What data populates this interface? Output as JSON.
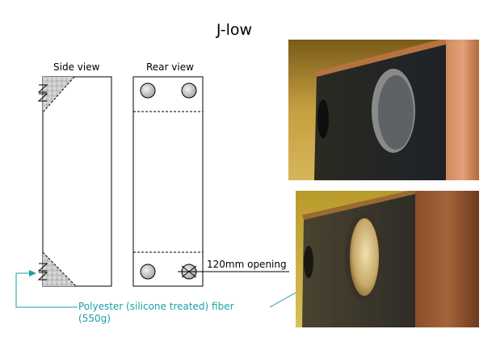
{
  "title": "J-low",
  "side_view": {
    "label": "Side view"
  },
  "rear_view": {
    "label": "Rear view"
  },
  "annotations": {
    "opening": "120mm opening",
    "fiber": "Polyester (silicone treated) fiber (550g)"
  },
  "colors": {
    "annotation": "#1aa0a6",
    "line": "#000000"
  },
  "photos": [
    {
      "subject": "speaker-enclosure-rear-port-photo-1"
    },
    {
      "subject": "speaker-enclosure-rear-port-photo-2"
    }
  ]
}
